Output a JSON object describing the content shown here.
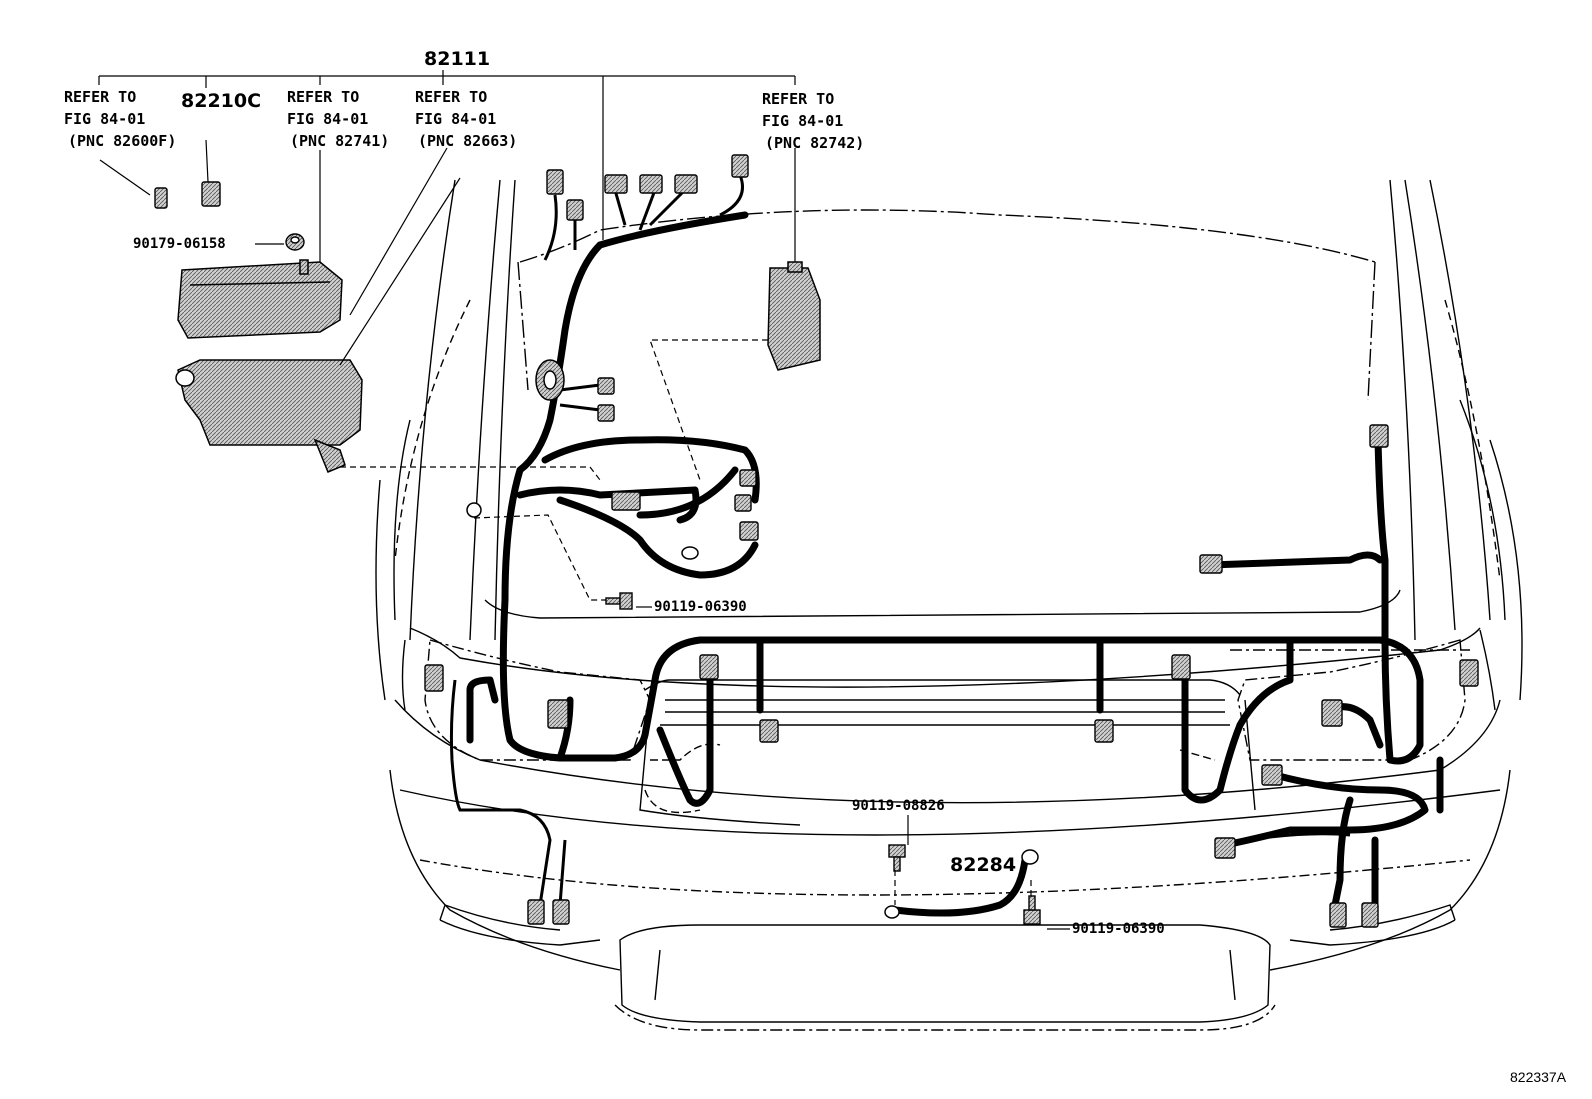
{
  "parts": {
    "main_harness": "82111",
    "relay_block": "82210C",
    "ground_strap": "82284"
  },
  "refs": {
    "r1": {
      "line1": "REFER TO",
      "line2": "FIG 84-01",
      "line3": "(PNC 82600F)"
    },
    "r2": {
      "line1": "REFER TO",
      "line2": "FIG 84-01",
      "line3": "(PNC 82741)"
    },
    "r3": {
      "line1": "REFER TO",
      "line2": "FIG 84-01",
      "line3": "(PNC 82663)"
    },
    "r4": {
      "line1": "REFER TO",
      "line2": "FIG 84-01",
      "line3": "(PNC 82742)"
    }
  },
  "fasteners": {
    "nut": "90179-06158",
    "bolt_mid": "90119-06390",
    "bolt_top": "90119-08826",
    "bolt_bottom": "90119-06390"
  },
  "figure_id": "822337A",
  "colors": {
    "line": "#000000",
    "fill": "#bfbfbf",
    "background": "#ffffff"
  }
}
